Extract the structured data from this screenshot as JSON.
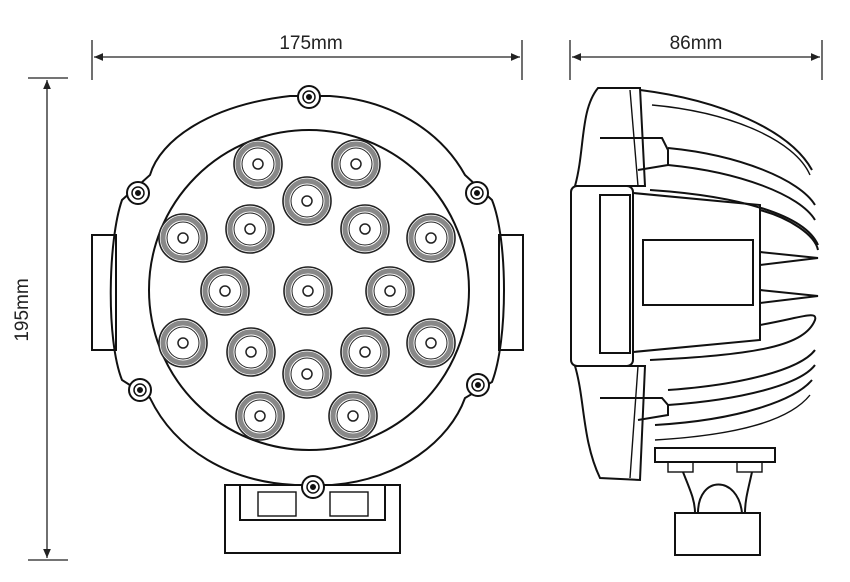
{
  "dimensions": {
    "width_label": "175mm",
    "height_label": "195mm",
    "depth_label": "86mm"
  },
  "front_view": {
    "led_count": 17,
    "mount_screw_count": 6
  },
  "colors": {
    "line": "#111111",
    "led_ring": "#888888"
  }
}
